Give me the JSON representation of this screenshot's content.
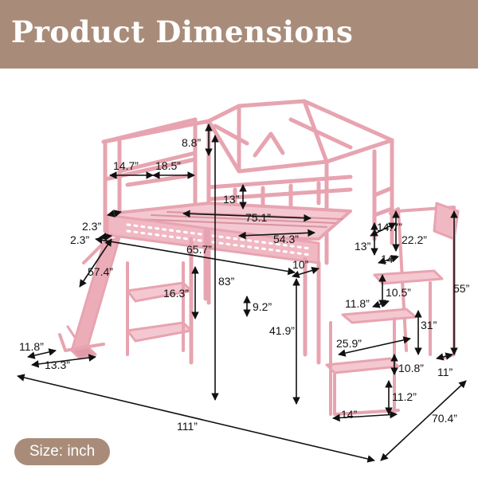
{
  "banner": {
    "title": "Product Dimensions"
  },
  "badge": {
    "label": "Size: inch"
  },
  "colors": {
    "banner": "#a88c79",
    "frame": "#e7a4b0",
    "frame_dark": "#c97e8c",
    "arrow": "#111111"
  },
  "dimensions": {
    "roof_height": "8.8”",
    "guard_panel_width": "14.7”",
    "guard_gap_width": "18.5”",
    "guard_height": "13”",
    "mattress_length": "75.1”",
    "rail_top_gap": "2.3”",
    "rail_bottom_gap": "2.3”",
    "inner_width": "54.3”",
    "front_length": "65.7”",
    "ladder_rail_width": "14.7”",
    "ladder_rail_height": "13”",
    "ladder_post_height": "22.2”",
    "front_depth": "10”",
    "slide_length": "57.4”",
    "total_height": "83”",
    "shelf_height": "16.3”",
    "shelf_gap": "9.2”",
    "underbed_height": "41.9”",
    "step_width": "14”",
    "step_depth": "11.8”",
    "step_rise": "10.5”",
    "stairs_height": "55”",
    "stairs_section": "31”",
    "stairs_length": "25.9”",
    "bottom_step": "10.8”",
    "slide_foot_depth": "11.8”",
    "slide_foot_length": "13.3”",
    "stair_base_depth": "11”",
    "first_step_height": "11.2”",
    "stair_base_width": "14”",
    "total_length": "111”",
    "total_width": "70.4”"
  }
}
